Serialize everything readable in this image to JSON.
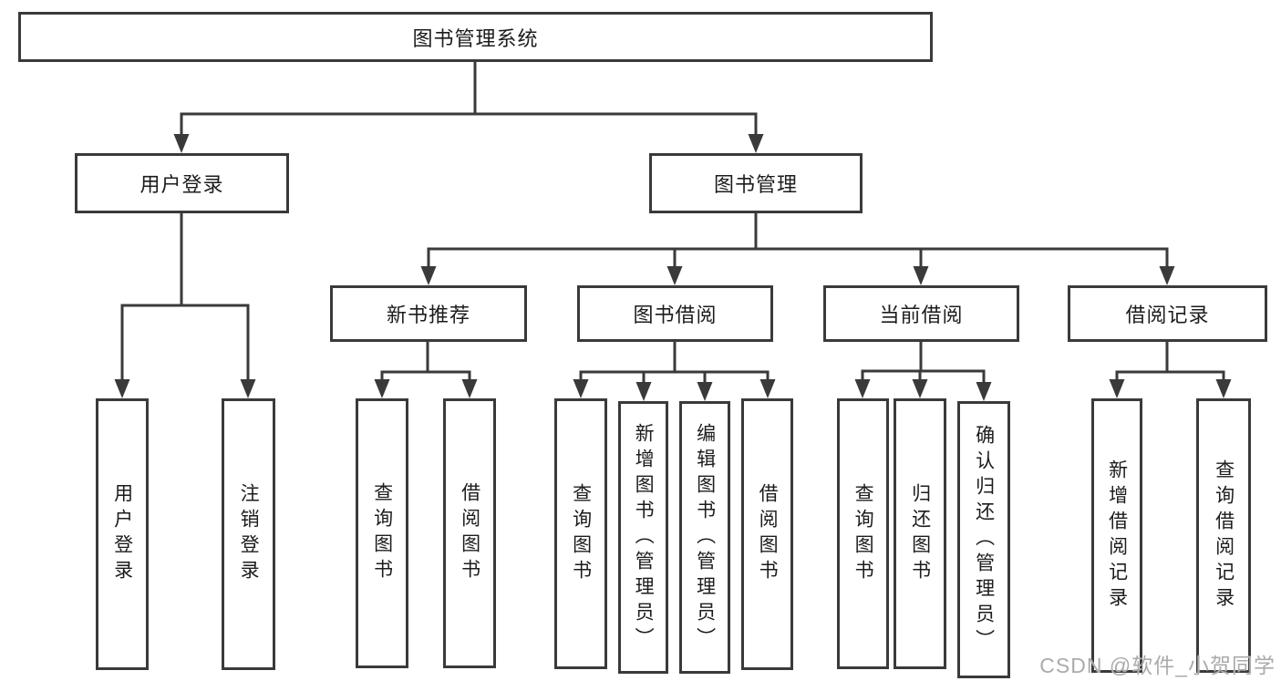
{
  "tree": {
    "root": {
      "label": "图书管理系统"
    },
    "branches": [
      {
        "label": "用户登录",
        "children": [
          {
            "label": "用户登录"
          },
          {
            "label": "注销登录"
          }
        ]
      },
      {
        "label": "图书管理",
        "children": [
          {
            "label": "新书推荐",
            "children": [
              {
                "label": "查询图书"
              },
              {
                "label": "借阅图书"
              }
            ]
          },
          {
            "label": "图书借阅",
            "children": [
              {
                "label": "查询图书"
              },
              {
                "label": "新增图书（管理员）"
              },
              {
                "label": "编辑图书（管理员）"
              },
              {
                "label": "借阅图书"
              }
            ]
          },
          {
            "label": "当前借阅",
            "children": [
              {
                "label": "查询图书"
              },
              {
                "label": "归还图书"
              },
              {
                "label": "确认归还（管理员）"
              }
            ]
          },
          {
            "label": "借阅记录",
            "children": [
              {
                "label": "新增借阅记录"
              },
              {
                "label": "查询借阅记录"
              }
            ]
          }
        ]
      }
    ]
  },
  "watermark": "CSDN @软件_小贺同学",
  "colors": {
    "line": "#3a3a3a",
    "box_border": "#3a3a3a",
    "box_fill": "#ffffff",
    "text": "#1c1c1c",
    "watermark": "#ababab",
    "background": "#ffffff"
  }
}
